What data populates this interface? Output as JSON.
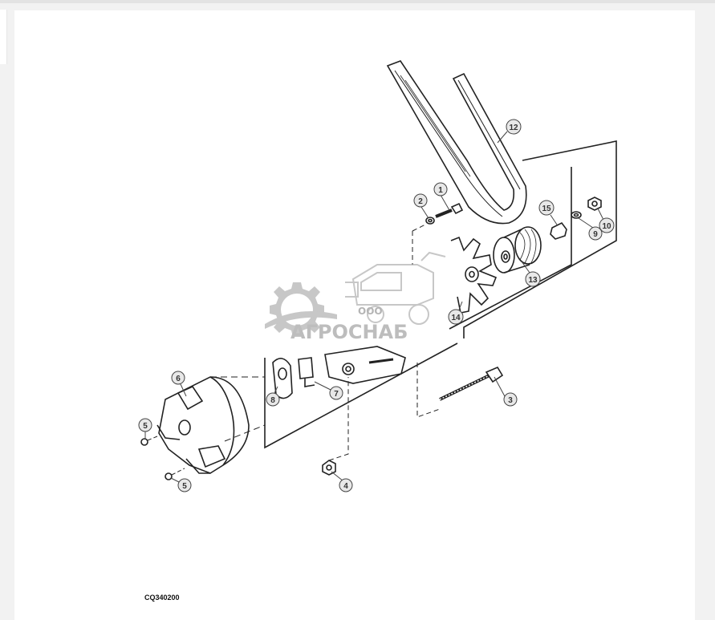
{
  "figure": {
    "code": "CQ340200",
    "callouts": [
      "1",
      "2",
      "3",
      "4",
      "5",
      "5",
      "6",
      "7",
      "8",
      "9",
      "10",
      "12",
      "13",
      "14",
      "15"
    ]
  },
  "watermark": {
    "prefix": "ООО",
    "brand": "АГРОСНАБ"
  },
  "colors": {
    "line": "#222222",
    "callout_fill": "#e8e8e8",
    "watermark": "#9a9a9a"
  }
}
